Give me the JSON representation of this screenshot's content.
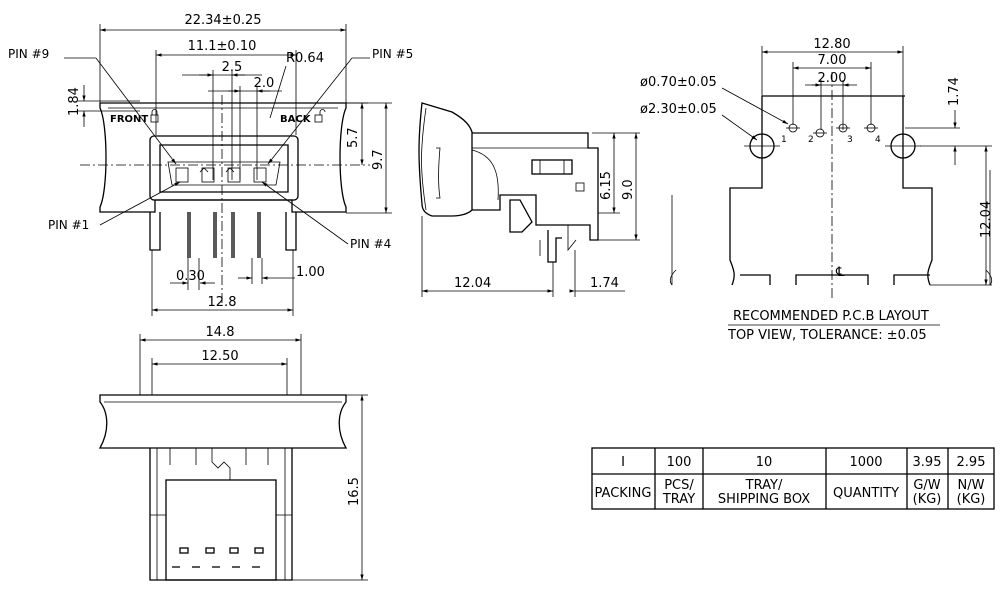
{
  "front_view": {
    "dim_total_width": "22.34±0.25",
    "dim_inner_width": "11.1±0.10",
    "dim_2_5": "2.5",
    "dim_2_0": "2.0",
    "radius": "R0.64",
    "dim_1_84": "1.84",
    "dim_5_7": "5.7",
    "dim_9_7": "9.7",
    "label_front": "FRONT",
    "label_back": "BACK",
    "pin9": "PIN #9",
    "pin5": "PIN #5",
    "pin1": "PIN #1",
    "pin4": "PIN #4",
    "dim_0_30": "0.30",
    "dim_1_00": "1.00",
    "dim_12_8": "12.8"
  },
  "side_view": {
    "dim_6_15": "6.15",
    "dim_9_0": "9.0",
    "dim_12_04": "12.04",
    "dim_1_74": "1.74"
  },
  "pcb_layout": {
    "dim_12_80": "12.80",
    "dim_7_00": "7.00",
    "dim_2_00": "2.00",
    "hole_small": "ø0.70±0.05",
    "hole_large": "ø2.30±0.05",
    "dim_1_74": "1.74",
    "dim_12_04": "12.04",
    "pin_numbers": [
      "1",
      "2",
      "3",
      "4"
    ],
    "centerline": "℄",
    "caption_line1": "RECOMMENDED P.C.B LAYOUT",
    "caption_line2": "TOP VIEW, TOLERANCE: ±0.05"
  },
  "bottom_view": {
    "dim_14_8": "14.8",
    "dim_12_50": "12.50",
    "dim_16_5": "16.5"
  },
  "packing_table": {
    "row1": [
      "I",
      "100",
      "10",
      "1000",
      "3.95",
      "2.95"
    ],
    "row2_label": "PACKING",
    "row2_pcs_line1": "PCS/",
    "row2_pcs_line2": "TRAY",
    "row2_tray_line1": "TRAY/",
    "row2_tray_line2": "SHIPPING BOX",
    "row2_quantity": "QUANTITY",
    "row2_gw_line1": "G/W",
    "row2_gw_line2": "(KG)",
    "row2_nw_line1": "N/W",
    "row2_nw_line2": "(KG)"
  }
}
